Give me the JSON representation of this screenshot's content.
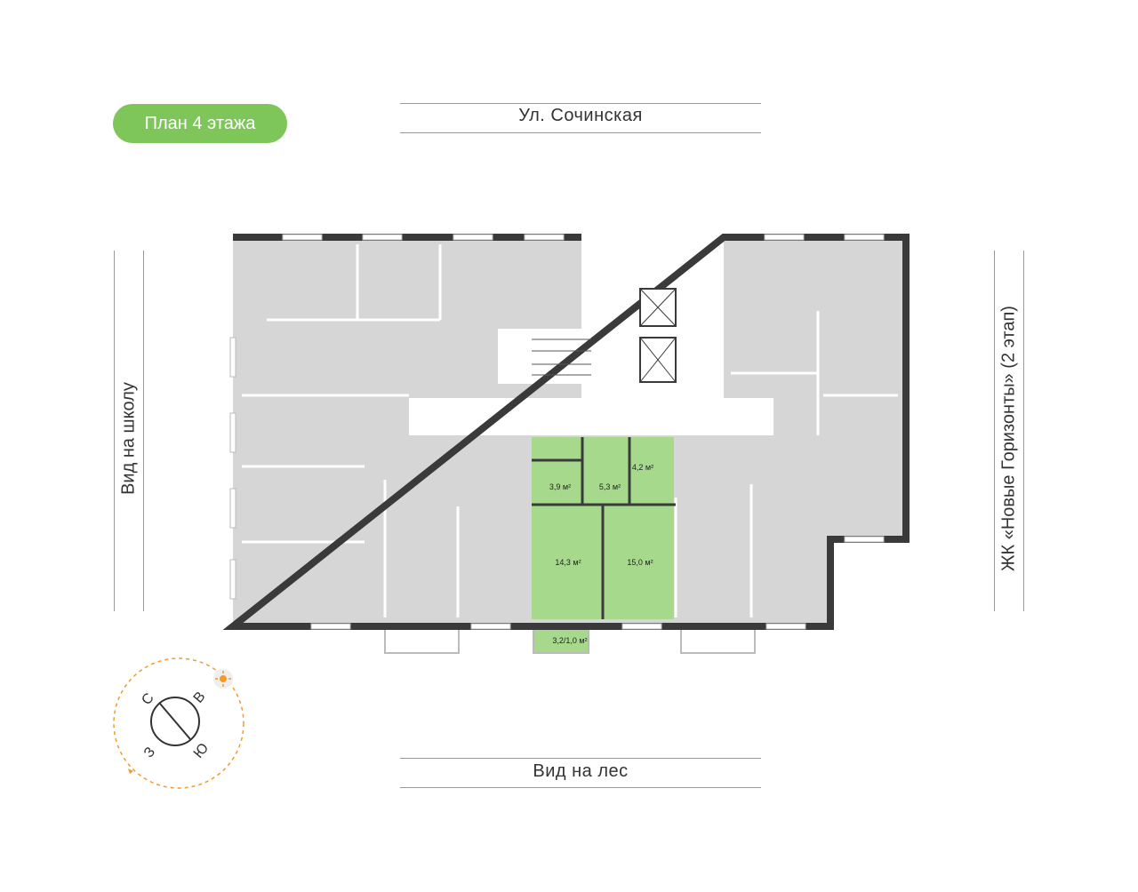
{
  "floor_badge": "План 4 этажа",
  "labels": {
    "top": "Ул. Сочинская",
    "bottom": "Вид на лес",
    "left": "Вид на школу",
    "right": "ЖК «Новые Горизонты» (2 этап)"
  },
  "compass": {
    "n": "С",
    "e": "В",
    "s": "Ю",
    "w": "З"
  },
  "apartment_areas": {
    "room_a": "3,9 м²",
    "room_b": "5,3 м²",
    "bath": "4,2 м²",
    "room_c": "14,3 м²",
    "room_d": "15,0 м²",
    "balcony": "3,2/1,0 м²"
  },
  "colors": {
    "accent": "#7ec55a",
    "highlight": "#a6d98c",
    "room": "#d6d6d6",
    "wall": "#3a3a3a",
    "sun": "#f29a2e"
  }
}
